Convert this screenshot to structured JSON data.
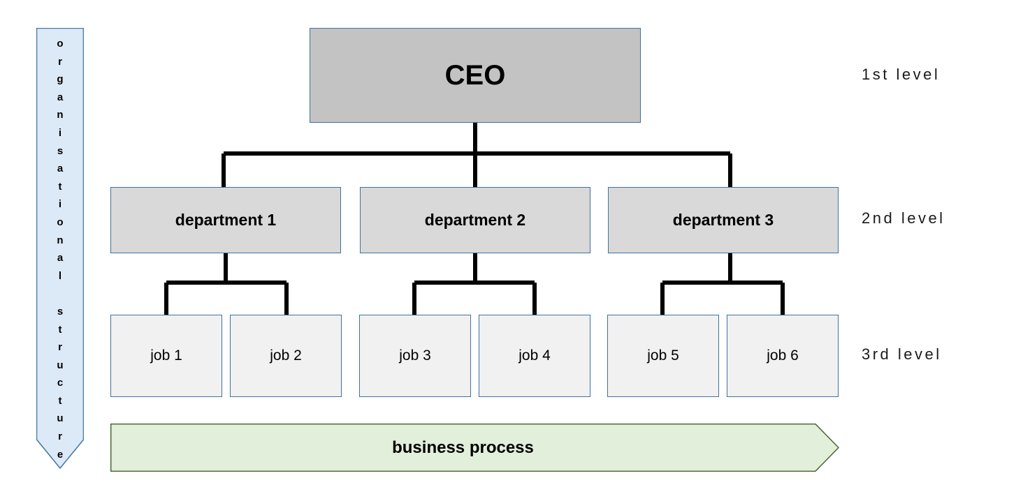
{
  "diagram": {
    "title_sidebar": "organisational structure",
    "sidebar_letters": "o\nr\ng\na\nn\ni\ns\na\nt\ni\no\nn\na\nl\n \ns\nt\nr\nu\nc\nt\nu\nr\ne",
    "colors": {
      "sidebar_fill": "#dce9f7",
      "sidebar_border": "#4a7ba6",
      "ceo_fill": "#c3c3c3",
      "dept_fill": "#d9d9d9",
      "job_fill": "#f1f1f1",
      "node_border": "#41719c",
      "connector": "#000000",
      "process_fill": "#e2efda",
      "process_border": "#41602a",
      "text": "#000000"
    },
    "root": {
      "label": "CEO"
    },
    "departments": [
      {
        "label": "department 1"
      },
      {
        "label": "department 2"
      },
      {
        "label": "department 3"
      }
    ],
    "jobs": [
      {
        "label": "job 1"
      },
      {
        "label": "job 2"
      },
      {
        "label": "job 3"
      },
      {
        "label": "job 4"
      },
      {
        "label": "job 5"
      },
      {
        "label": "job 6"
      }
    ],
    "levels": [
      {
        "label": "1st level"
      },
      {
        "label": "2nd level"
      },
      {
        "label": "3rd level"
      }
    ],
    "process": {
      "label": "business process"
    }
  }
}
